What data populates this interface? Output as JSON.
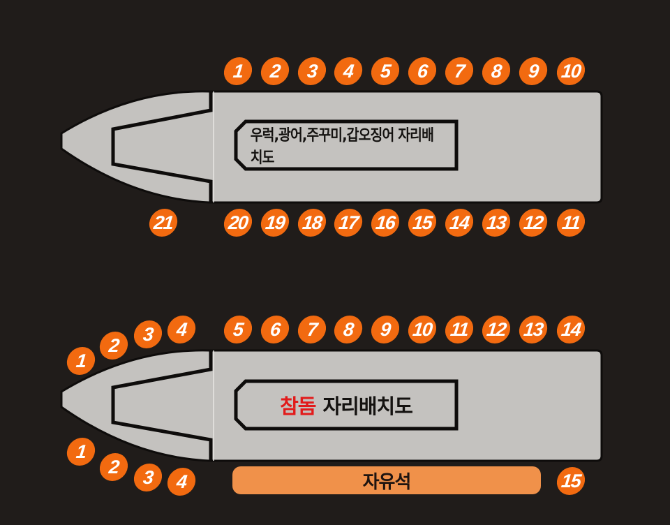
{
  "colors": {
    "background": "#201c1a",
    "hull": "#c4c2bf",
    "outline": "#0e0c0b",
    "seat_badge": "#f26a10",
    "free_seat_bar": "#f0914a",
    "highlight_red": "#e21a1a"
  },
  "boat1": {
    "title": "우럭,광어,주꾸미,갑오징어 자리배치도",
    "top_seats": [
      "1",
      "2",
      "3",
      "4",
      "5",
      "6",
      "7",
      "8",
      "9",
      "10"
    ],
    "bottom_seats": [
      "20",
      "19",
      "18",
      "17",
      "16",
      "15",
      "14",
      "13",
      "12",
      "11"
    ],
    "stern_seat": "21"
  },
  "boat2": {
    "title_highlight": "참돔",
    "title_rest": "자리배치도",
    "bow_top_seats": [
      "1",
      "2",
      "3",
      "4"
    ],
    "top_seats": [
      "5",
      "6",
      "7",
      "8",
      "9",
      "10",
      "11",
      "12",
      "13",
      "14"
    ],
    "bow_bottom_seats": [
      "1",
      "2",
      "3",
      "4"
    ],
    "free_seat_label": "자유석",
    "free_seat_number": "15"
  }
}
